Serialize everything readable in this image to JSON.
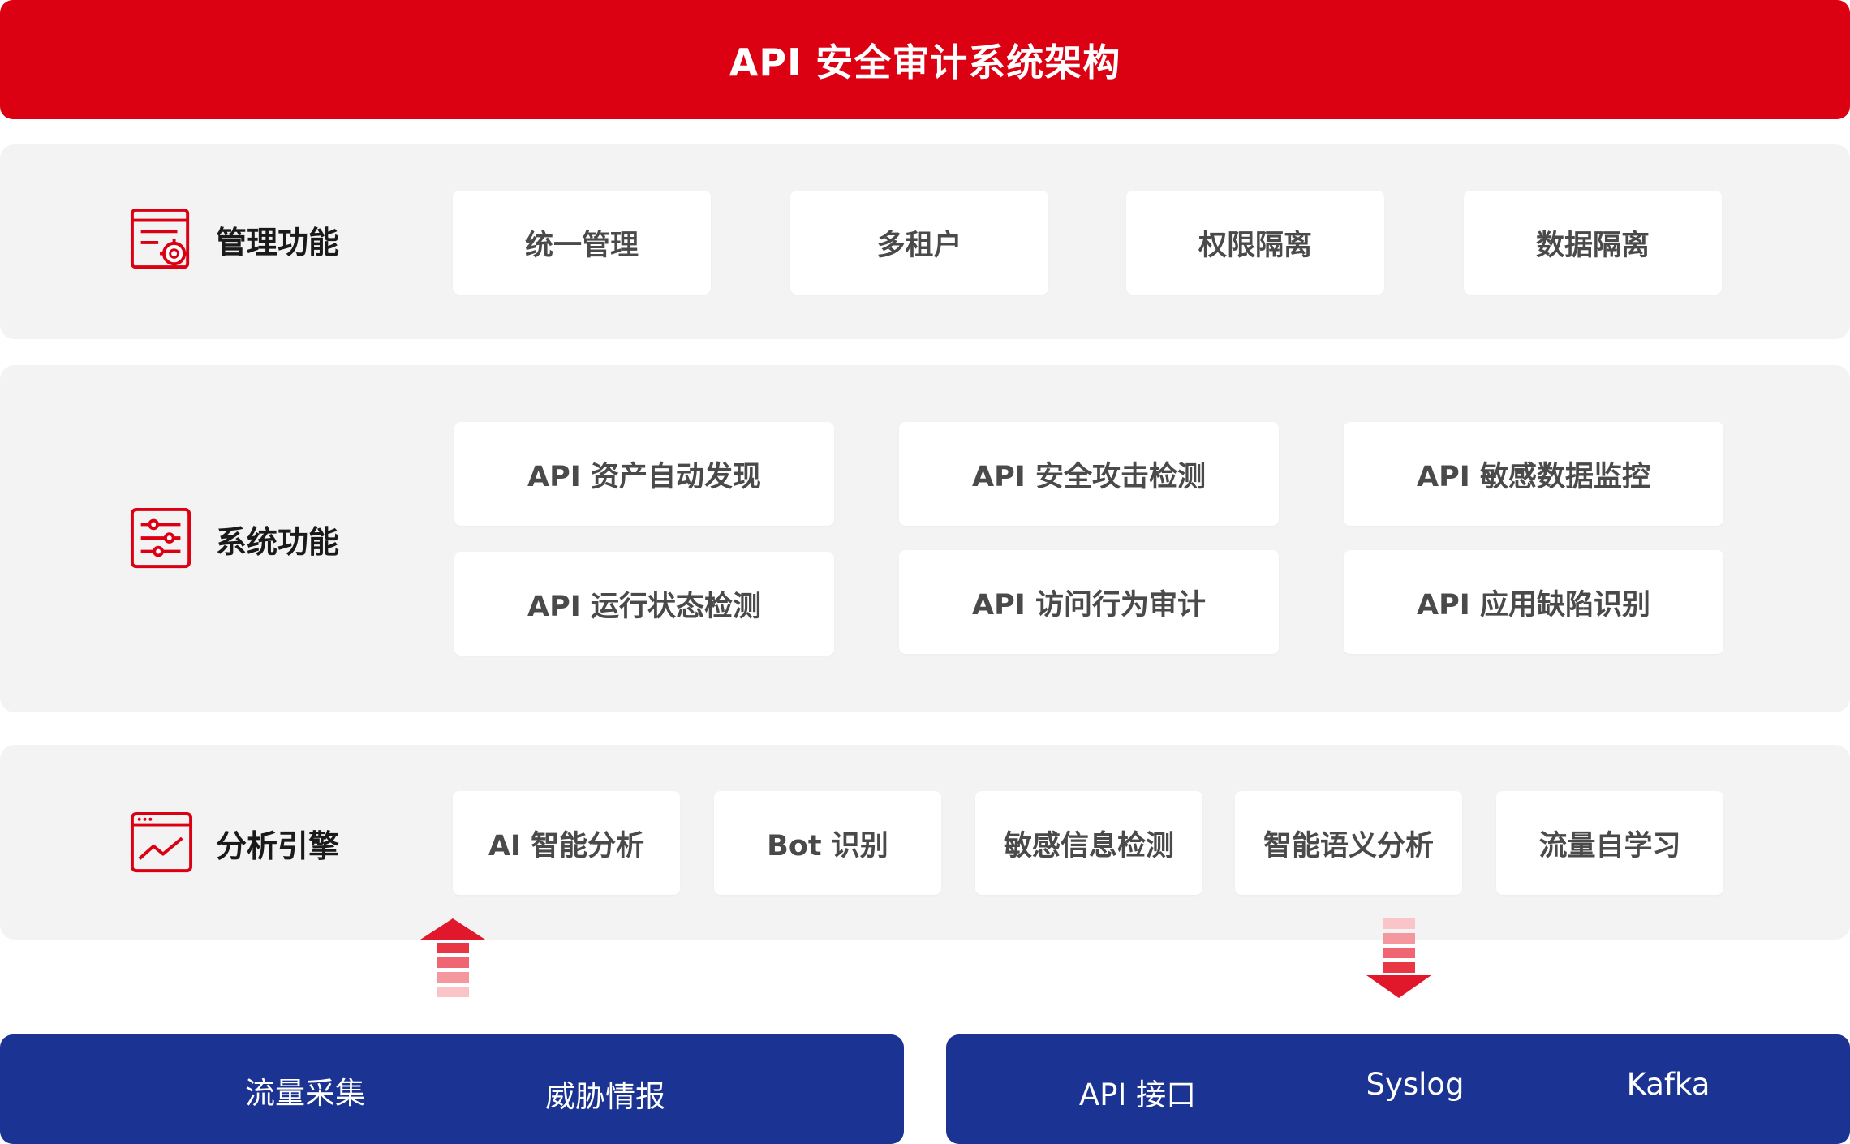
{
  "title": "API 安全审计系统架构",
  "management": {
    "label": "管理功能",
    "icon": "settings-document-icon",
    "items": [
      "统一管理",
      "多租户",
      "权限隔离",
      "数据隔离"
    ]
  },
  "system": {
    "label": "系统功能",
    "icon": "sliders-icon",
    "items": [
      "API 资产自动发现",
      "API 安全攻击检测",
      "API 敏感数据监控",
      "API 运行状态检测",
      "API 访问行为审计",
      "API 应用缺陷识别"
    ]
  },
  "analysis": {
    "label": "分析引擎",
    "icon": "chart-window-icon",
    "items": [
      "AI 智能分析",
      "Bot 识别",
      "敏感信息检测",
      "智能语义分析",
      "流量自学习"
    ]
  },
  "inputs": {
    "arrow_icon": "arrow-up-icon",
    "items": [
      "流量采集",
      "威胁情报"
    ]
  },
  "outputs": {
    "arrow_icon": "arrow-down-icon",
    "items": [
      "API 接口",
      "Syslog",
      "Kafka"
    ]
  },
  "colors": {
    "brand_red": "#db0012",
    "navy": "#1b3393",
    "panel_bg": "#f3f3f3"
  }
}
